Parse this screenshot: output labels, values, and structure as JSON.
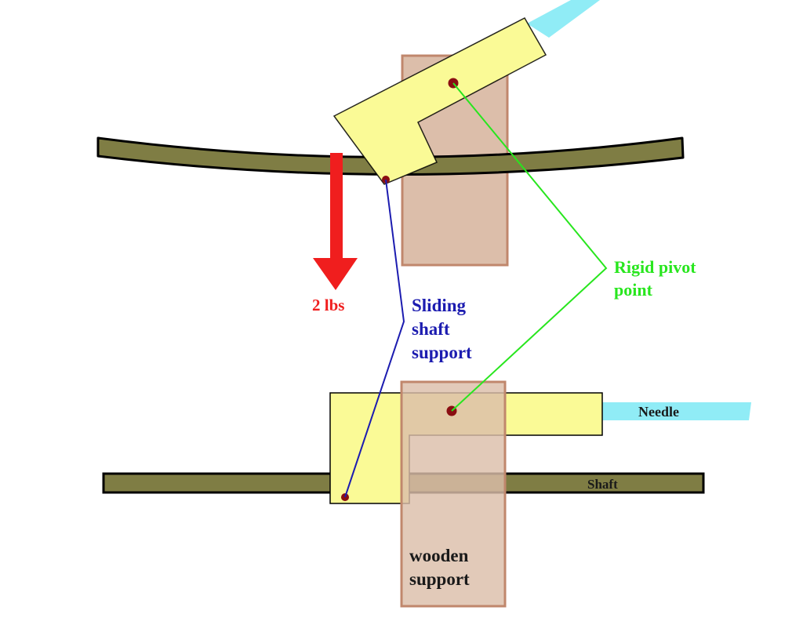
{
  "labels": {
    "force": "2 lbs",
    "sliding_support_line1": "Sliding",
    "sliding_support_line2": "shaft",
    "sliding_support_line3": "support",
    "pivot_line1": "Rigid pivot",
    "pivot_line2": "point",
    "needle": "Needle",
    "shaft": "Shaft",
    "wooden_support_line1": "wooden",
    "wooden_support_line2": "support"
  },
  "colors": {
    "background": "#ffffff",
    "shaft_fill": "#7f7d44",
    "wood_fill": "#dcbeaa",
    "wood_stroke": "#c0876c",
    "bracket_fill": "#fafa96",
    "needle_fill": "#90ecf6",
    "pivot_dot": "#8a0e12",
    "force_arrow": "#f01e1e",
    "sliding_label": "#1c1cb0",
    "pivot_label": "#28e61e",
    "dark_label": "#1a1a1a"
  }
}
